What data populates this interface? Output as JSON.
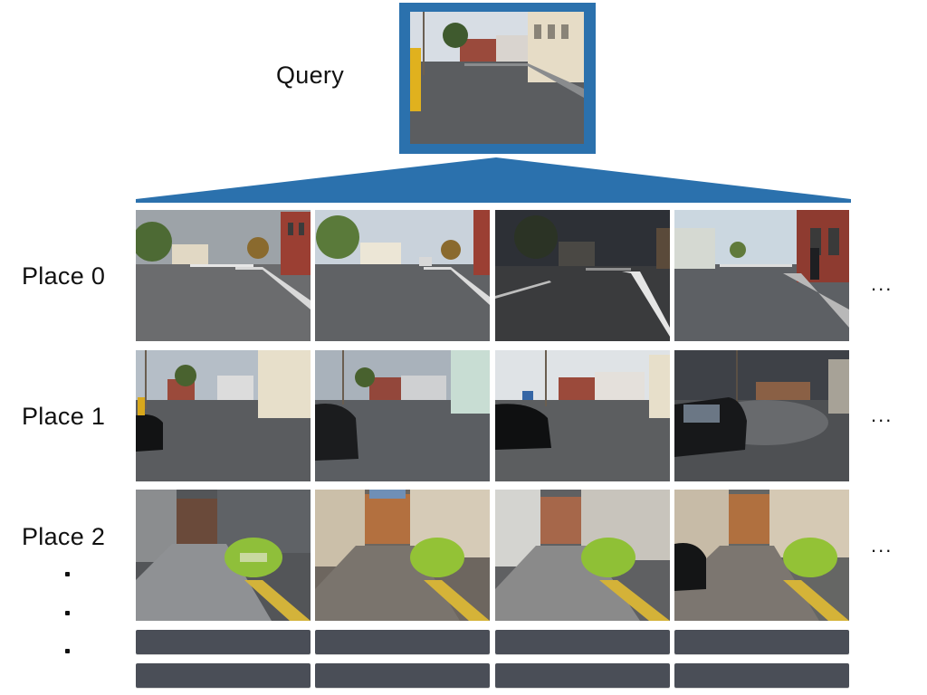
{
  "query": {
    "label": "Query"
  },
  "rows": [
    {
      "label": "Place 0",
      "ellipsis": "..."
    },
    {
      "label": "Place 1",
      "ellipsis": "..."
    },
    {
      "label": "Place 2",
      "ellipsis": "..."
    }
  ],
  "colors": {
    "frame_blue": "#2b71ad",
    "placeholder_bar": "#4a4e57"
  }
}
